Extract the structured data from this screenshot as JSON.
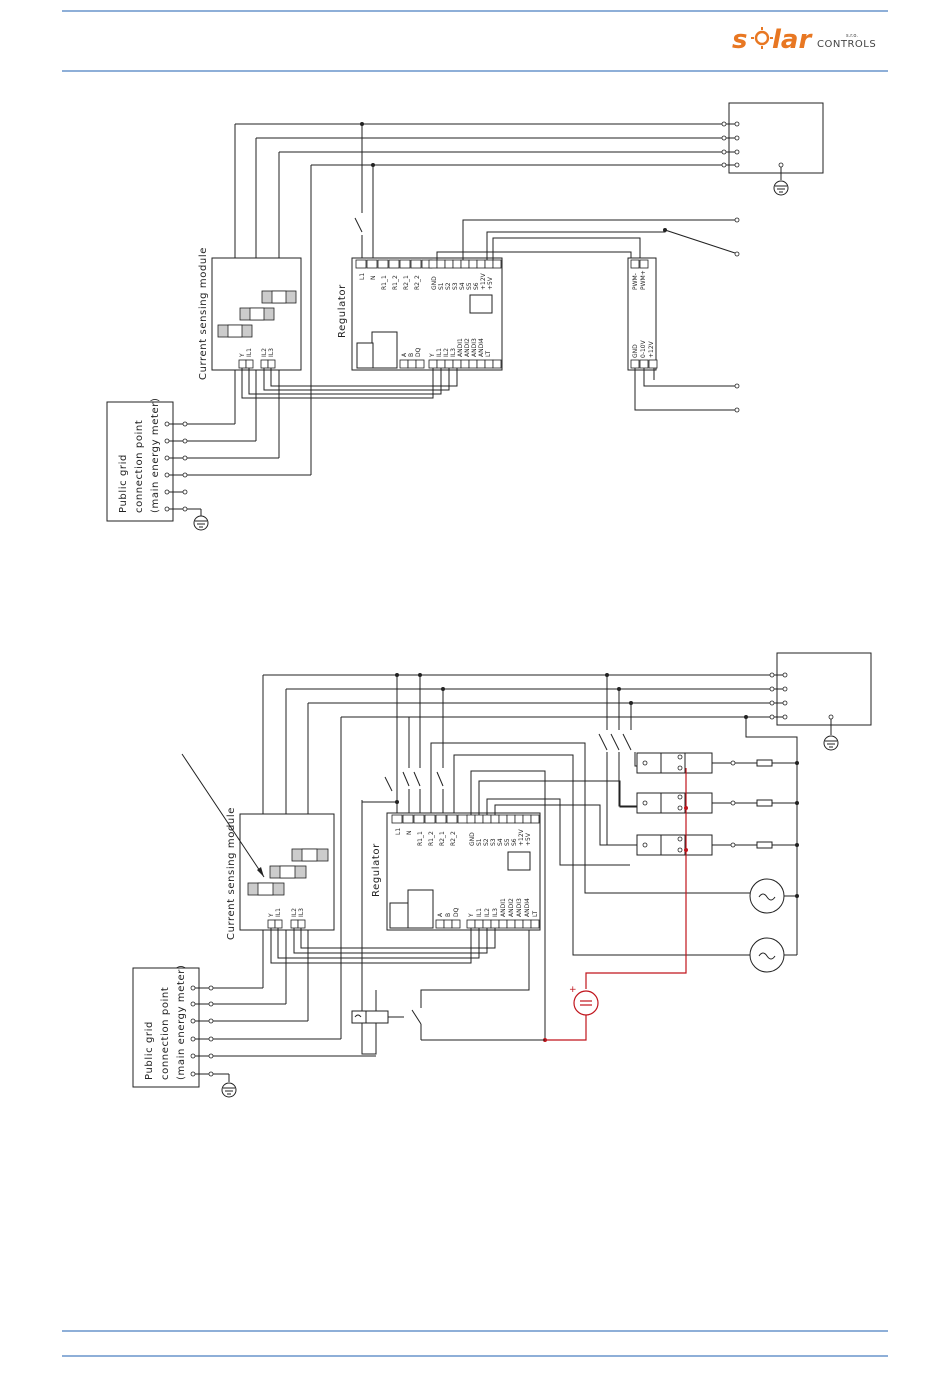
{
  "header": {
    "logo_text_a": "s",
    "logo_text_b": "lar",
    "logo_suffix": "CONTROLS",
    "logo_small": "s.r.o."
  },
  "colors": {
    "accent": "#e87722",
    "rule": "#4a7fc1",
    "positive_wire": "#c0141c"
  },
  "diagram1": {
    "regulator_label": "Regulator",
    "sensing_module_label": "Current sensing module",
    "grid_label_lines": [
      "Public grid",
      "connection point",
      "(main energy meter)"
    ],
    "regulator_top_terminals": [
      "L1",
      "N",
      "",
      "R1_1",
      "R1_2",
      "R2_1",
      "R2_2"
    ],
    "regulator_signal_terminals": [
      "GND",
      "S1",
      "S2",
      "S3",
      "S4",
      "S5",
      "S6",
      "+12V",
      "+5V"
    ],
    "regulator_bottom_terminals": [
      "A",
      "B",
      "DQ",
      "Y",
      "IL1",
      "IL2",
      "IL3",
      "ANDI1",
      "ANDI2",
      "ANDI3",
      "ANDI4",
      "LT"
    ],
    "sensing_terminals": [
      "Y",
      "IL1",
      "IL2",
      "IL3"
    ],
    "pwm_terminals": [
      "PWM-",
      "PWM+"
    ],
    "power_terminals": [
      "GND",
      "0-10V",
      "+12V"
    ]
  },
  "diagram2": {
    "regulator_label": "Regulator",
    "sensing_module_label": "Current sensing module",
    "grid_label_lines": [
      "Public grid",
      "connection point",
      "(main energy meter)"
    ],
    "regulator_top_terminals": [
      "L1",
      "N",
      "",
      "R1_1",
      "R1_2",
      "R2_1",
      "R2_2"
    ],
    "regulator_signal_terminals": [
      "GND",
      "S1",
      "S2",
      "S3",
      "S4",
      "S5",
      "S6",
      "+12V",
      "+5V"
    ],
    "regulator_bottom_terminals": [
      "A",
      "B",
      "DQ",
      "Y",
      "IL1",
      "IL2",
      "IL3",
      "ANDI1",
      "ANDI2",
      "ANDI3",
      "ANDI4",
      "LT"
    ],
    "sensing_terminals": [
      "Y",
      "IL1",
      "IL2",
      "IL3"
    ],
    "dc_plus": "+"
  }
}
